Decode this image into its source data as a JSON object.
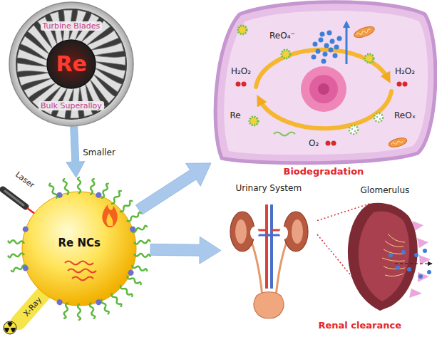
{
  "diagram": {
    "nodes": [
      {
        "text": [
          "Turbine Blades",
          "Re",
          "Bulk Superalloy"
        ]
      },
      {
        "text": [
          "Biodegradation"
        ]
      },
      {
        "text": [
          "Re NCs"
        ]
      },
      {
        "text": [
          "Urinary System"
        ]
      },
      {
        "text": [
          "Glomerulus"
        ]
      }
    ],
    "edges": [
      {
        "from": 0,
        "to": 2,
        "label": "Smaller",
        "arrow": "to"
      },
      {
        "from": 2,
        "to": 1,
        "arrow": "to"
      },
      {
        "from": 2,
        "to": 3,
        "arrow": "to"
      },
      {
        "from": 3,
        "to": 4,
        "arrow": "none"
      }
    ],
    "labels": [
      "Laser",
      "X-Ray",
      "ReO₄⁻",
      "H₂O₂",
      "H₂O₂",
      "Re",
      "ReOₓ",
      "O₂",
      "Renal clearance"
    ]
  }
}
